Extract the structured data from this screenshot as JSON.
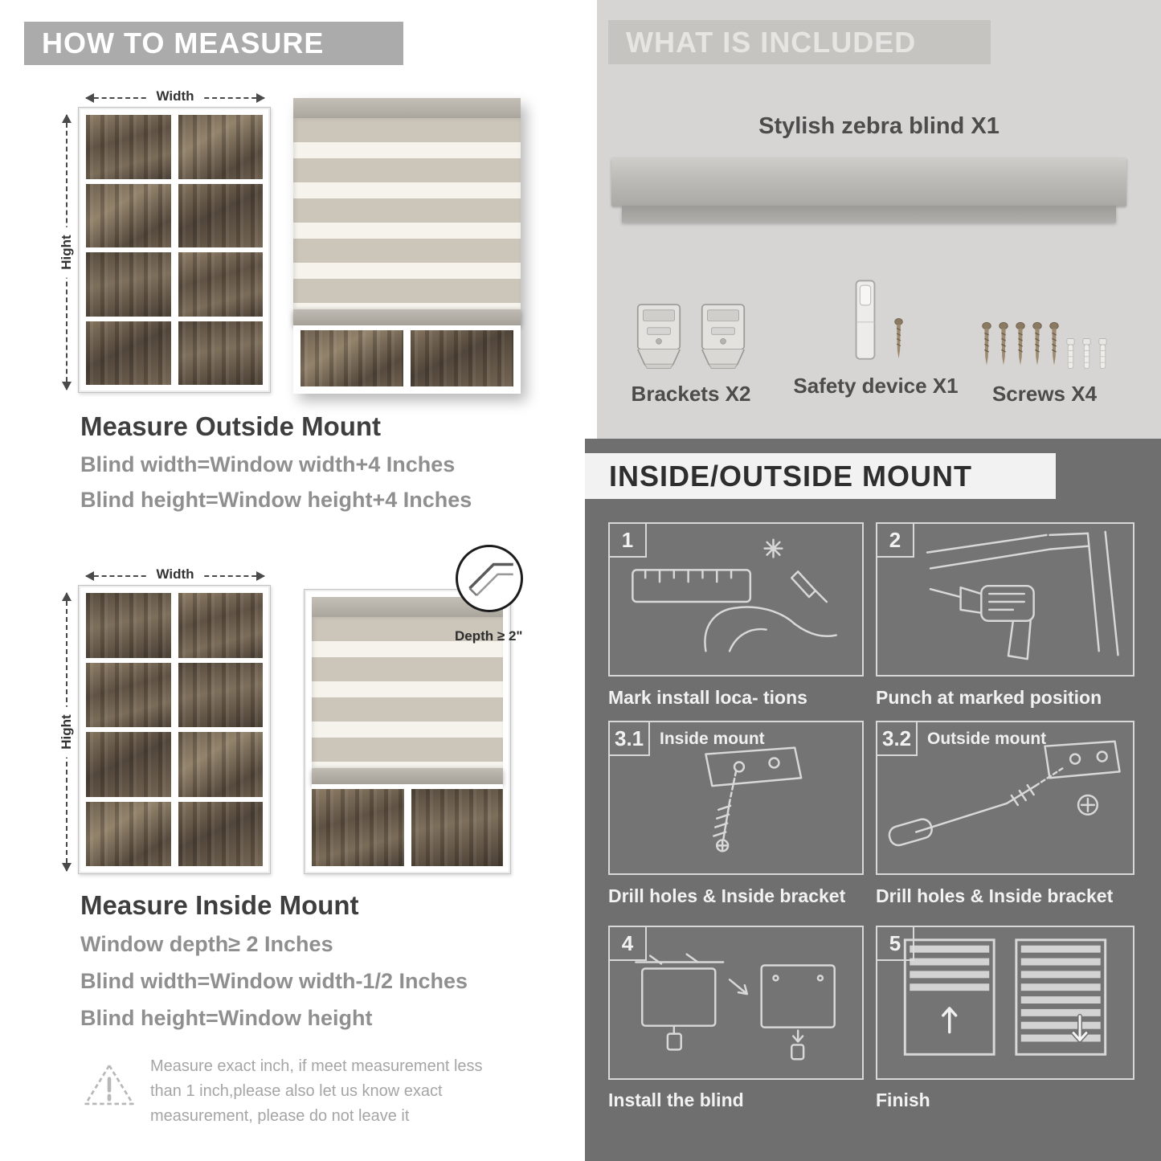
{
  "colors": {
    "left_banner_bg": "#ababab",
    "right_panel_bg": "#d7d5d3",
    "included_banner_bg": "#c6c4c1",
    "dark_section_bg": "#6f6f6f",
    "mount_banner_bg": "#f2f2f2",
    "zebra_stripe": "#cbc5ba",
    "zebra_gap": "#f6f3ed",
    "heading_text": "#3e3e3e",
    "gray_text": "#8f8f8f"
  },
  "left": {
    "header": "HOW TO MEASURE",
    "outside": {
      "width_label": "Width",
      "height_label": "Hight",
      "title": "Measure Outside Mount",
      "rule1": "Blind width=Window width+4 Inches",
      "rule2": "Blind height=Window height+4 Inches"
    },
    "inside": {
      "width_label": "Width",
      "height_label": "Hight",
      "depth_label": "Depth ≥ 2\"",
      "title": "Measure Inside Mount",
      "rule1": "Window depth≥ 2 Inches",
      "rule2": "Blind width=Window width-1/2 Inches",
      "rule3": "Blind height=Window height"
    },
    "warning_text": "Measure exact inch, if meet measurement less than 1 inch,please also let us know exact measurement, please do not leave it"
  },
  "right": {
    "included": {
      "header": "WHAT IS INCLUDED",
      "blind_label": "Stylish zebra blind X1",
      "brackets_label": "Brackets X2",
      "safety_label": "Safety device X1",
      "screws_label": "Screws X4"
    },
    "mount": {
      "header": "INSIDE/OUTSIDE MOUNT",
      "steps": [
        {
          "num": "1",
          "label": "",
          "caption": "Mark install loca- tions"
        },
        {
          "num": "2",
          "label": "",
          "caption": "Punch at  marked position"
        },
        {
          "num": "3.1",
          "label": "Inside mount",
          "caption": "Drill holes &  Inside bracket"
        },
        {
          "num": "3.2",
          "label": "Outside mount",
          "caption": "Drill holes &  Inside bracket"
        },
        {
          "num": "4",
          "label": "",
          "caption": "Install the blind"
        },
        {
          "num": "5",
          "label": "",
          "caption": "Finish"
        }
      ]
    }
  }
}
